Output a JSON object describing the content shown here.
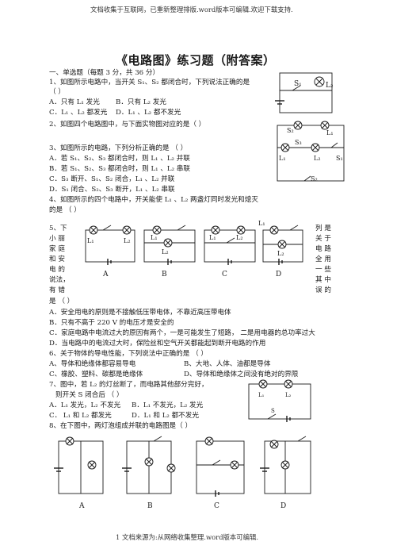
{
  "header": {
    "text": "文档收集于互联网，已重新整理排版.word版本可编辑.欢迎下载支持."
  },
  "title": {
    "text": "《电路图》练习题（附答案）"
  },
  "section": {
    "text": "一、单选题（每题 3 分，共 36 分）"
  },
  "questions": [
    {
      "stem_1": "1、如图所示电路中，当开关  S₁、S₂ 都闭合时，下列说法正确的是",
      "stem_2": "（        ）",
      "opts": [
        "A．只有 L₁ 发光",
        "B．只有 L₂ 发光",
        "C．L₁ 、L₂ 都发光",
        "D．L₁ 、L₂ 都不发光"
      ],
      "labels": [
        "S₁",
        "L₂"
      ]
    },
    {
      "stem": "2、如图四个电路图中，与下面实物图对应的是（        ）",
      "labels": [
        "S₂",
        "L₁",
        "S₃",
        "L₁",
        "L₂",
        "S₁",
        "S₂"
      ]
    },
    {
      "stem": "3、如图所示的电路，下列分析正确的是  （        ）",
      "opts": [
        "A．若 S₁、S₂、S₃ 都闭合时，则 L₁ 、L₂ 并联",
        "B．若 S₁、S₂、S₃ 都闭合时，则 L₁ 、L₂ 串联",
        "C．S₃ 断开、S₁、S₂ 闭合，L₁ 、L₂ 并联",
        "D．S₁ 闭合、S₂、S₃ 断开，L₁ 、L₂ 串联"
      ]
    },
    {
      "stem_1": "4、如图所示的四个电路中，开关能使 L₁ 、L₂ 两盏灯同时发光和熄灭",
      "stem_2": "的是    （        ）",
      "choices": [
        "A",
        "B",
        "C",
        "D"
      ],
      "labels": [
        "L₁",
        "L₂",
        "L₁",
        "L₂",
        "L₁",
        "L₂",
        "L₁",
        "L₂"
      ]
    },
    {
      "left": [
        "5、下",
        "小 丽",
        "家 庭",
        "和 安",
        "电 的",
        "说法，",
        "有 错"
      ],
      "right": [
        "列  是",
        "关  于",
        "电  路",
        "全  用",
        "一  些",
        "其  中",
        "误  的"
      ],
      "tail": "是  （        ）",
      "opts": [
        "A．安全用电的原则是不接触低压带电体，不靠近高压带电体",
        "B．只有不高于 220 V 的电压才是安全的",
        "C．家庭电路中电流过大的原因有两个，一是可能发生了短路，  二是用电器的总功率过大",
        "D．当电路中的电流过大时，保险丝和空气开关都能起到断开电路的作用"
      ]
    },
    {
      "stem": "6、关于物体的导电性能，下列说法中正确的是  （        ）",
      "opts": [
        "A、导体和绝缘体都容易导电",
        "B、大地、人体、油都是导体",
        "C、橡胶、塑料、碳都是绝缘体",
        "D、导体和绝缘体之间没有绝对的界限"
      ]
    },
    {
      "stem_1": "7、图中，若 L₂ 的灯丝断了，而电路其他部分完好，",
      "stem_2": "则开关 S 闭合后  （        ）",
      "opts": [
        "A．L₁ 发光，L₂ 不发光",
        "B．L₁ 不发光，L₂ 发光",
        "C．  L₁ 和  L₂ 都发光",
        "D．L₁  和  L₂ 都不发光"
      ],
      "labels": [
        "L₁",
        "L₂",
        "S"
      ]
    },
    {
      "stem": "8、在下图中，两灯泡组成并联的电路图是（        ）",
      "choices": [
        "A",
        "B",
        "C",
        "D"
      ]
    }
  ],
  "footer": {
    "text": "1 文档来源为:从网络收集整理.word版本可编辑."
  }
}
